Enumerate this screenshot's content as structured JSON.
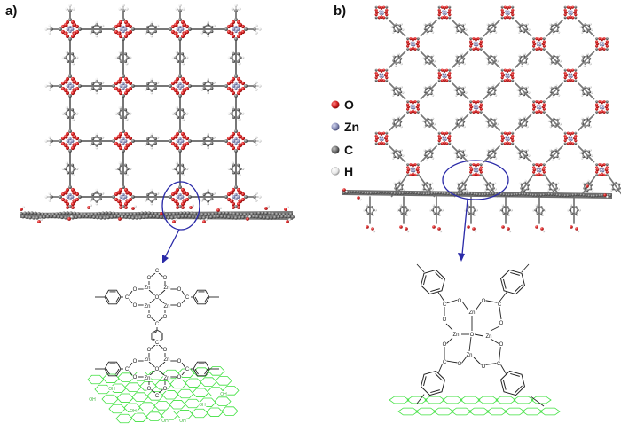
{
  "figure": {
    "panels": [
      {
        "id": "a",
        "label": "a)",
        "description": "Side view of square-grid Zn paddlewheel MOF grown perpendicular on graphene sheet",
        "grid_rows": 4,
        "grid_cols": 4,
        "highlight": "blue ellipse around anchoring node at graphene interface",
        "detail_schematic": {
          "node_labels": [
            "C",
            "O",
            "Zn",
            "O"
          ],
          "support_label": "OH",
          "support_description": "graphene oxide sheet (green) with hydroxyl groups"
        }
      },
      {
        "id": "b",
        "label": "b)",
        "description": "Diagonal (rhombic) view of MOF lattice anchored on functionalized graphene sheet",
        "highlight": "blue ellipse around linker-graphene junction",
        "detail_schematic": {
          "node_labels": [
            "Zn",
            "Zn",
            "Zn",
            "Zn",
            "O",
            "C"
          ],
          "support_description": "graphene sheet (green) side view"
        }
      }
    ],
    "legend": {
      "items": [
        {
          "symbol": "O",
          "label": "O",
          "color": "#d42020"
        },
        {
          "symbol": "Zn",
          "label": "Zn",
          "color": "#8a8fb8"
        },
        {
          "symbol": "C",
          "label": "C",
          "color": "#707070"
        },
        {
          "symbol": "H",
          "label": "H",
          "color": "#f2f2f2"
        }
      ]
    },
    "colors": {
      "oxygen": "#d42020",
      "zinc": "#8a8fb8",
      "carbon": "#6e6e6e",
      "hydrogen": "#eeeeee",
      "highlight": "#2a2aa8",
      "graphene_schematic": "#3ee03e",
      "bond_schematic": "#222222"
    },
    "schematic_text": {
      "zn": "Zn",
      "o": "O",
      "c": "C",
      "oh": "OH"
    }
  }
}
